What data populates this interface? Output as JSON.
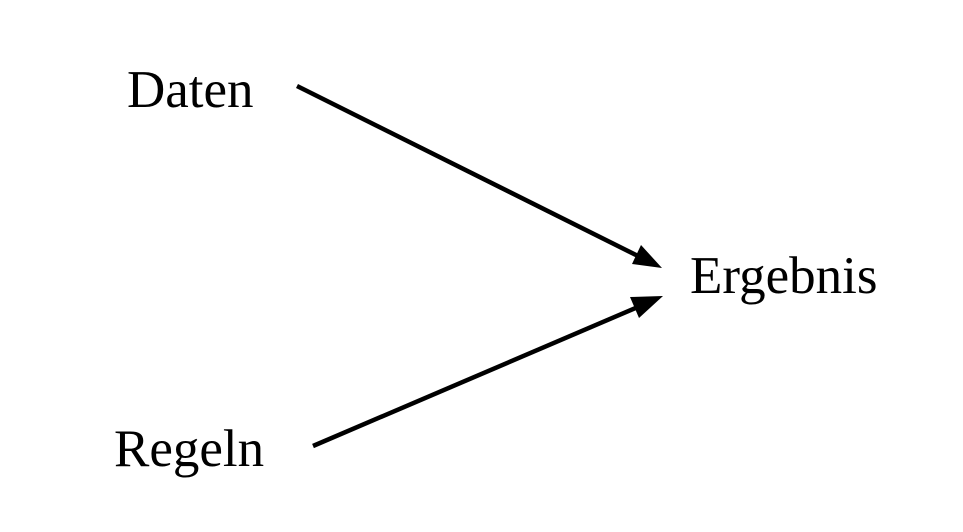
{
  "diagram": {
    "nodes": {
      "daten": "Daten",
      "regeln": "Regeln",
      "ergebnis": "Ergebnis"
    },
    "edges": [
      {
        "from": "daten",
        "to": "ergebnis"
      },
      {
        "from": "regeln",
        "to": "ergebnis"
      }
    ],
    "colors": {
      "text": "#000000",
      "arrow": "#000000",
      "background": "#ffffff"
    }
  }
}
